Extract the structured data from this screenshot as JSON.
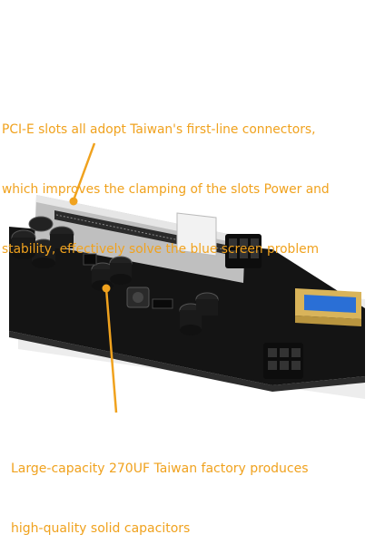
{
  "annotations": {
    "top_lines": [
      "PCI-E slots all adopt Taiwan's first-line connectors,",
      "which improves the clamping of the slots Power and",
      "stability, effectively solve the blue screen problem"
    ],
    "bottom_lines": [
      "Large-capacity 270UF Taiwan factory produces",
      "high-quality solid capacitors"
    ]
  },
  "colors": {
    "annotation": "#f0a21e",
    "pcb": "#141414",
    "slot_metal": "#c8c8c8",
    "usb_gold": "#d9b45a",
    "usb_blue": "#2a6fd6"
  }
}
